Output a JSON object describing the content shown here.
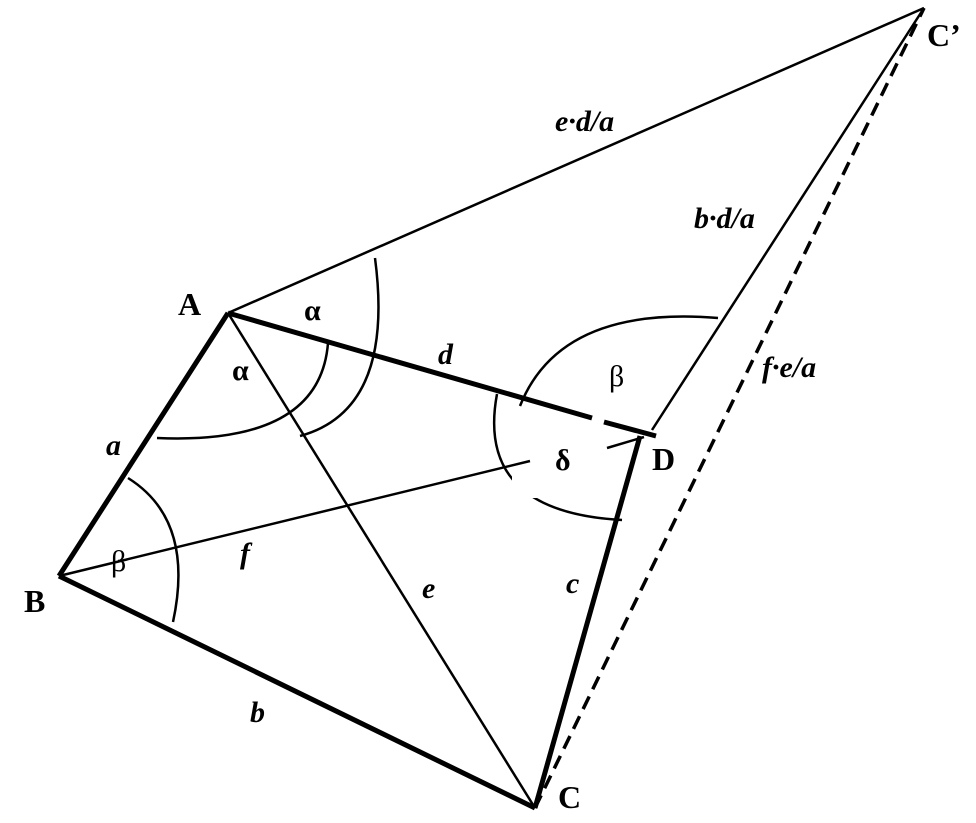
{
  "points": {
    "A": "A",
    "B": "B",
    "C": "C",
    "D": "D",
    "C_prime": "C’"
  },
  "sides": {
    "a": "a",
    "b": "b",
    "c": "c",
    "d": "d",
    "e": "e",
    "f": "f"
  },
  "scaled_sides": {
    "ed_over_a": "e·d/a",
    "bd_over_a": "b·d/a",
    "fe_over_a": "f·e/a"
  },
  "angles": {
    "alpha_top": "α",
    "alpha_inner": "α",
    "beta_at_B": "β",
    "beta_at_D": "β",
    "delta": "δ"
  }
}
